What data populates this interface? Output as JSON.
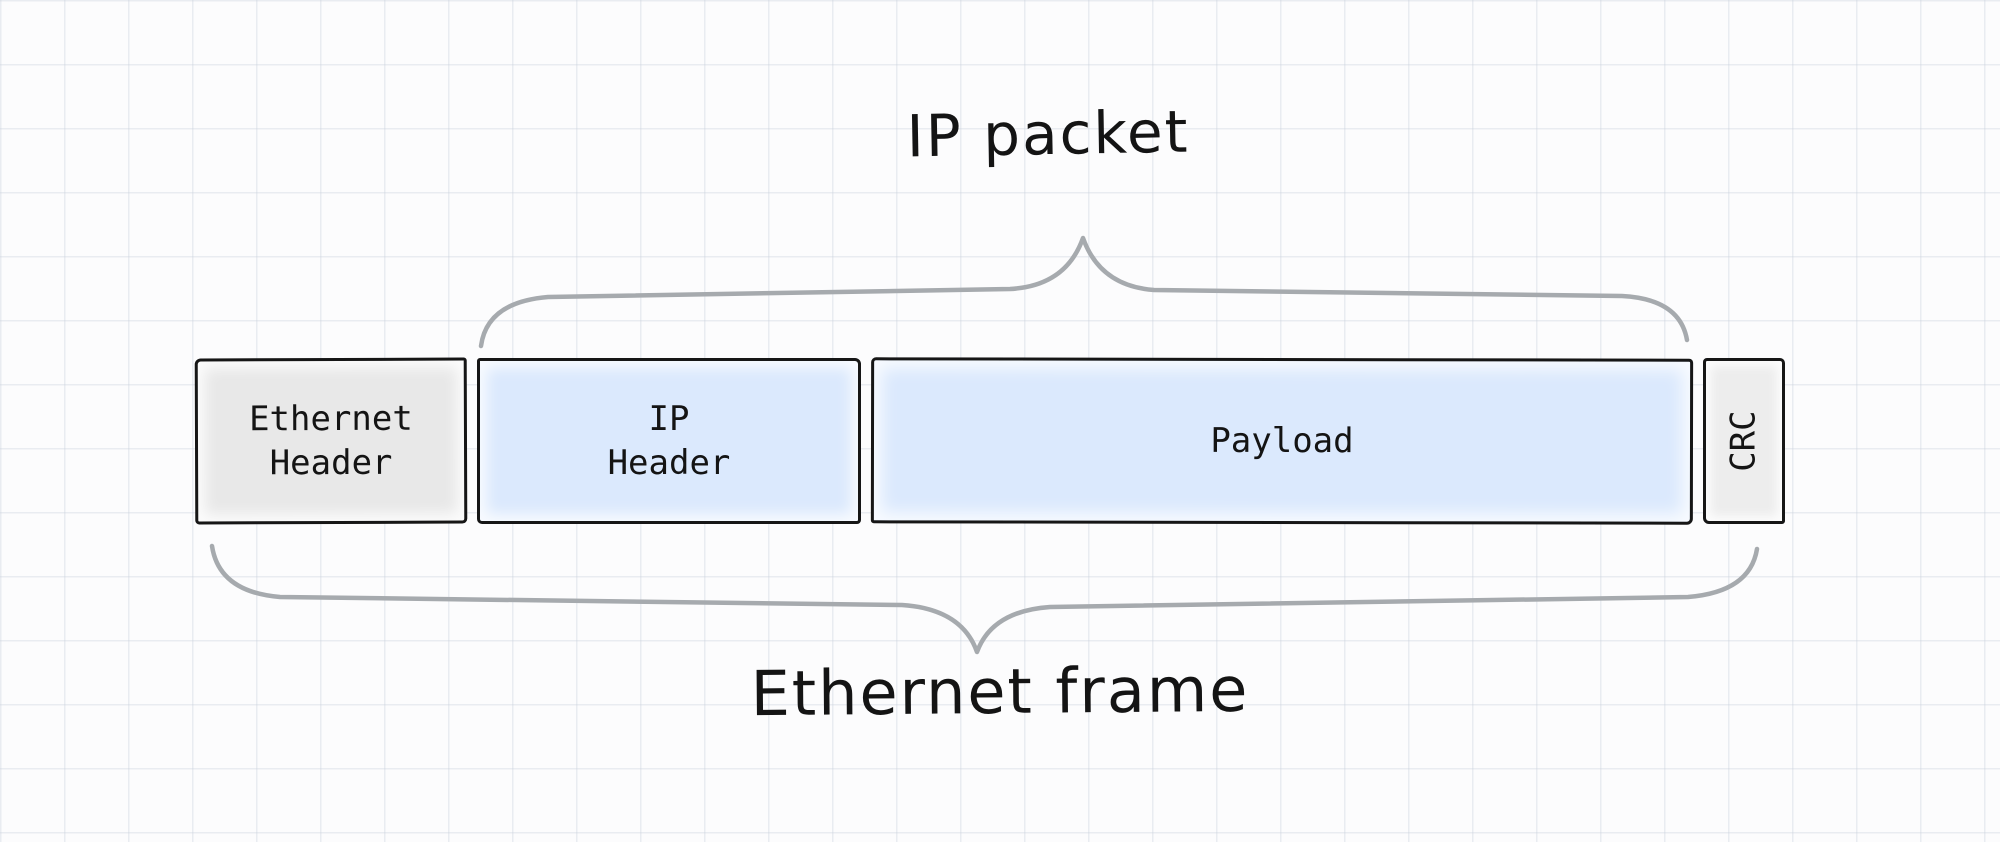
{
  "canvas": {
    "background": "#fcfcfd",
    "grid_color": "#cbd2dd"
  },
  "frame": {
    "stroke_color": "#161616",
    "segments": [
      {
        "label": "Ethernet\nHeader",
        "fill": "#e8e8e8"
      },
      {
        "label": "IP\nHeader",
        "fill": "#dbe9fd"
      },
      {
        "label": "Payload",
        "fill": "#dbe9fd"
      },
      {
        "label": "CRC",
        "fill": "#ededed"
      }
    ]
  },
  "annotations": {
    "top_label": "IP packet",
    "bottom_label": "Ethernet frame",
    "brace_color": "#a6aaae",
    "text_color": "#141414"
  }
}
